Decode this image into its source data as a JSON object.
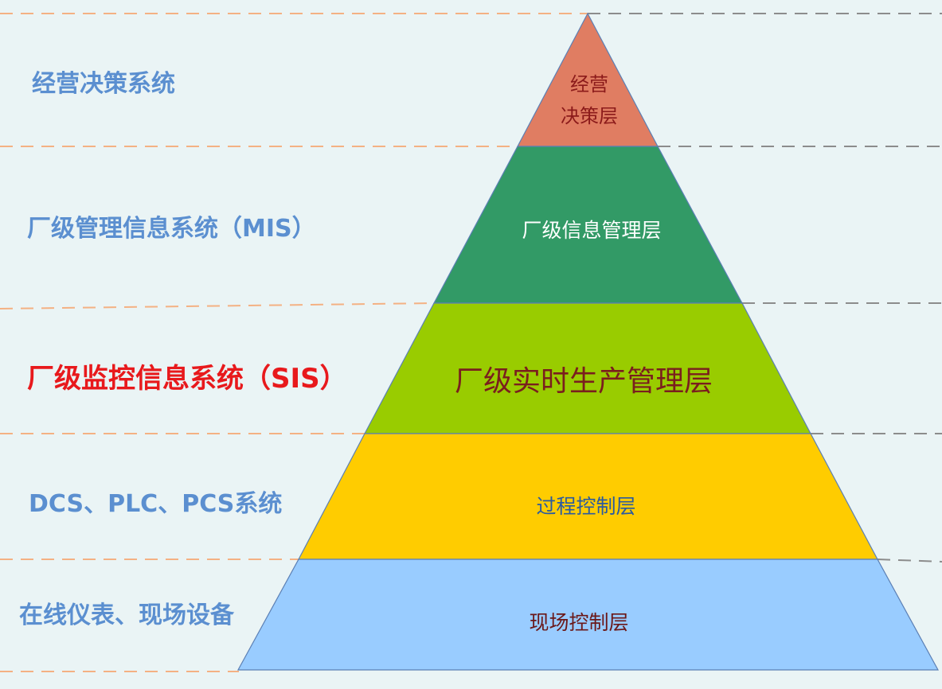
{
  "left_labels": [
    {
      "text": "经营决策系统"
    },
    {
      "text": "厂级管理信息系统（MIS）"
    },
    {
      "text": "厂级监控信息系统（SIS）"
    },
    {
      "text": "DCS、PLC、PCS系统"
    },
    {
      "text": "在线仪表、现场设备"
    }
  ],
  "layers": [
    {
      "label_line1": "经营",
      "label_line2": "决策层",
      "color": "#e07d62"
    },
    {
      "label": "厂级信息管理层",
      "color": "#329a66"
    },
    {
      "label": "厂级实时生产管理层",
      "color": "#99cc00"
    },
    {
      "label": "过程控制层",
      "color": "#ffcc00"
    },
    {
      "label": "现场控制层",
      "color": "#99ccff"
    }
  ],
  "colors": {
    "background": "#eaf4f5",
    "left_label": "#5b8fd0",
    "left_label_highlight": "#e8191c",
    "left_dash": "#f4b183",
    "right_dash": "#8c8c8c"
  }
}
